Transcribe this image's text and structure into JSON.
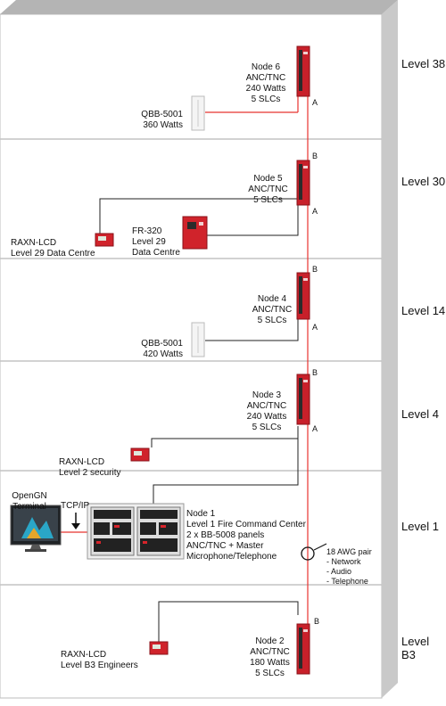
{
  "levels": [
    "Level 38",
    "Level 30",
    "Level 14",
    "Level 4",
    "Level 1",
    "Level B3"
  ],
  "nodes": [
    {
      "lines": [
        "Node 6",
        "ANC/TNC",
        "240 Watts",
        "5 SLCs"
      ]
    },
    {
      "lines": [
        "Node 5",
        "ANC/TNC",
        "5 SLCs"
      ]
    },
    {
      "lines": [
        "Node 4",
        "ANC/TNC",
        "5 SLCs"
      ]
    },
    {
      "lines": [
        "Node 3",
        "ANC/TNC",
        "240 Watts",
        "5 SLCs"
      ]
    },
    {
      "lines": [
        "Node 1",
        "Level 1 Fire Command Center",
        "2 x BB-5008 panels",
        "ANC/TNC + Master",
        "Microphone/Telephone"
      ]
    },
    {
      "lines": [
        "Node 2",
        "ANC/TNC",
        "180 Watts",
        "5 SLCs"
      ]
    }
  ],
  "devices": [
    {
      "lines": [
        "QBB-5001",
        "360 Watts"
      ]
    },
    {
      "lines": [
        "FR-320",
        "Level 29",
        "Data Centre"
      ]
    },
    {
      "lines": [
        "RAXN-LCD",
        "Level 29 Data Centre"
      ]
    },
    {
      "lines": [
        "QBB-5001",
        "420 Watts"
      ]
    },
    {
      "lines": [
        "RAXN-LCD",
        "Level 2 security"
      ]
    },
    {
      "lines": [
        "RAXN-LCD",
        "Level B3 Engineers"
      ]
    }
  ],
  "terminal": {
    "lines": [
      "OpenGN",
      "Terminal"
    ],
    "link": "TCP/IP"
  },
  "cable": {
    "lines": [
      "18 AWG pair",
      " - Network",
      " - Audio",
      " - Telephone"
    ]
  },
  "ports": {
    "a": "A",
    "b": "B"
  },
  "colors": {
    "network": "#e8332f",
    "panel": "#c8202a",
    "wall": "#cfcfcf",
    "wall_dark": "#a9a9a9"
  }
}
